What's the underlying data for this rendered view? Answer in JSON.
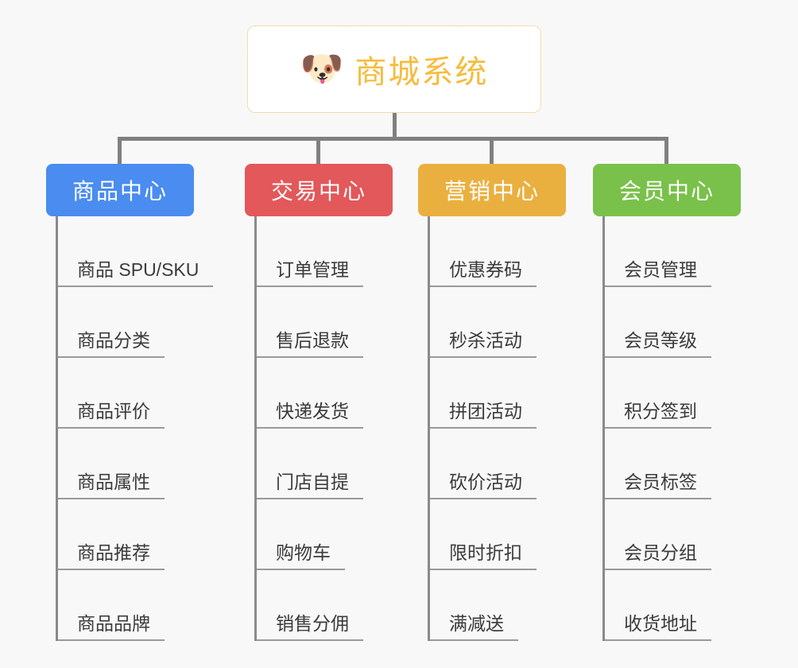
{
  "page": {
    "background_color": "#f8f8f8",
    "line_color": "#808080"
  },
  "root": {
    "icon": "dog-face-icon",
    "icon_glyph": "🐶",
    "title": "商城系统",
    "title_color": "#f5bc3e",
    "border_color": "#e8b755",
    "background_color": "#ffffff"
  },
  "columns": [
    {
      "id": "product-center",
      "label": "商品中心",
      "color": "#4a8cf0",
      "color_name": "blue",
      "items": [
        "商品 SPU/SKU",
        "商品分类",
        "商品评价",
        "商品属性",
        "商品推荐",
        "商品品牌"
      ]
    },
    {
      "id": "trade-center",
      "label": "交易中心",
      "color": "#e3585a",
      "color_name": "red",
      "items": [
        "订单管理",
        "售后退款",
        "快递发货",
        "门店自提",
        "购物车",
        "销售分佣"
      ]
    },
    {
      "id": "marketing-center",
      "label": "营销中心",
      "color": "#eab03f",
      "color_name": "orange",
      "items": [
        "优惠券码",
        "秒杀活动",
        "拼团活动",
        "砍价活动",
        "限时折扣",
        "满减送"
      ]
    },
    {
      "id": "member-center",
      "label": "会员中心",
      "color": "#79c14a",
      "color_name": "green",
      "items": [
        "会员管理",
        "会员等级",
        "积分签到",
        "会员标签",
        "会员分组",
        "收货地址"
      ]
    }
  ]
}
